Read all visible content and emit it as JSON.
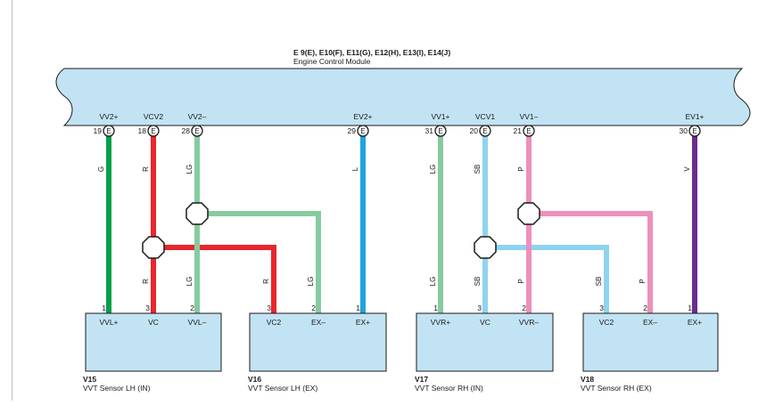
{
  "ecm": {
    "connectors": "E 9(E), E10(F), E11(G), E12(H), E13(I), E14(J)",
    "name": "Engine Control Module",
    "terminals": [
      {
        "num": "19",
        "name": "VV2+",
        "conn": "E"
      },
      {
        "num": "18",
        "name": "VCV2",
        "conn": "E"
      },
      {
        "num": "28",
        "name": "VV2–",
        "conn": "E"
      },
      {
        "num": "29",
        "name": "EV2+",
        "conn": "E"
      },
      {
        "num": "31",
        "name": "VV1+",
        "conn": "E"
      },
      {
        "num": "20",
        "name": "VCV1",
        "conn": "E"
      },
      {
        "num": "21",
        "name": "VV1–",
        "conn": "E"
      },
      {
        "num": "30",
        "name": "EV1+",
        "conn": "E"
      }
    ]
  },
  "wires": {
    "colors": {
      "G": "#00a04b",
      "R": "#e8262d",
      "LG": "#86cba0",
      "L": "#1fa3de",
      "SB": "#8fd3f0",
      "P": "#ee8fbc",
      "V": "#6a2c90"
    },
    "labels": [
      {
        "code": "G"
      },
      {
        "code": "R"
      },
      {
        "code": "LG"
      },
      {
        "code": "L"
      },
      {
        "code": "LG"
      },
      {
        "code": "SB"
      },
      {
        "code": "P"
      },
      {
        "code": "V"
      },
      {
        "code": "R"
      },
      {
        "code": "LG"
      },
      {
        "code": "R"
      },
      {
        "code": "LG"
      },
      {
        "code": "LG"
      },
      {
        "code": "SB"
      },
      {
        "code": "P"
      },
      {
        "code": "SB"
      },
      {
        "code": "P"
      }
    ]
  },
  "sensors": [
    {
      "code": "V15",
      "name": "VVT Sensor LH (IN)",
      "pins": [
        {
          "num": "1",
          "name": "VVL+"
        },
        {
          "num": "3",
          "name": "VC"
        },
        {
          "num": "2",
          "name": "VVL–"
        }
      ]
    },
    {
      "code": "V16",
      "name": "VVT Sensor LH (EX)",
      "pins": [
        {
          "num": "3",
          "name": "VC2"
        },
        {
          "num": "2",
          "name": "EX–"
        },
        {
          "num": "1",
          "name": "EX+"
        }
      ]
    },
    {
      "code": "V17",
      "name": "VVT Sensor RH (IN)",
      "pins": [
        {
          "num": "1",
          "name": "VVR+"
        },
        {
          "num": "3",
          "name": "VC"
        },
        {
          "num": "2",
          "name": "VVR–"
        }
      ]
    },
    {
      "code": "V18",
      "name": "VVT Sensor RH (EX)",
      "pins": [
        {
          "num": "3",
          "name": "VC2"
        },
        {
          "num": "2",
          "name": "EX–"
        },
        {
          "num": "1",
          "name": "EX+"
        }
      ]
    }
  ],
  "theme": {
    "module_fill": "#c2e3f3",
    "module_stroke": "#1a1a1a",
    "sensor_fill": "#c2e3f3"
  }
}
